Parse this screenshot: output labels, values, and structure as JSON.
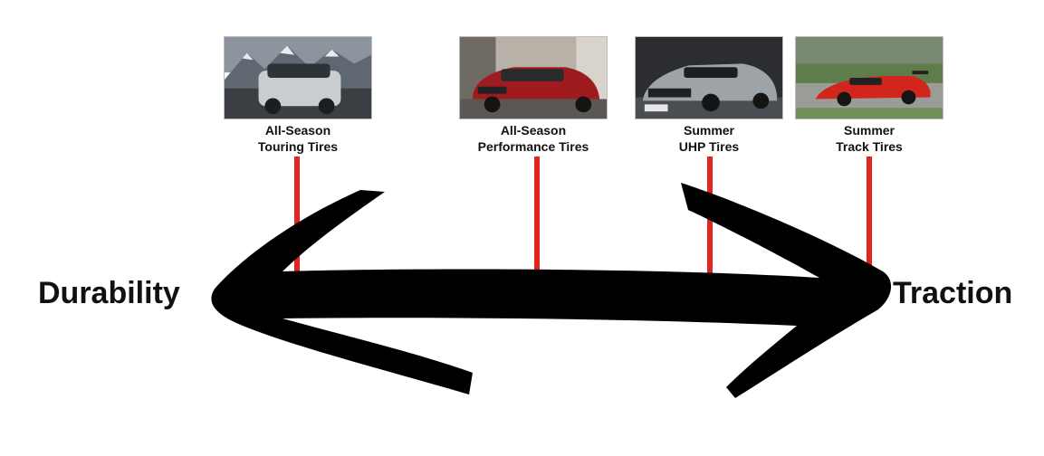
{
  "axis": {
    "left_label": "Durability",
    "right_label": "Traction"
  },
  "colors": {
    "arrow": "#000000",
    "marker": "#e3231f",
    "text": "#111111"
  },
  "tiers": [
    {
      "line1": "All-Season",
      "line2": "Touring Tires",
      "photo_subject": "silver suv in snowy mountains",
      "photo_icon": "suv-photo-icon"
    },
    {
      "line1": "All-Season",
      "line2": "Performance Tires",
      "photo_subject": "red sedan in city",
      "photo_icon": "sedan-photo-icon"
    },
    {
      "line1": "Summer",
      "line2": "UHP Tires",
      "photo_subject": "silver sports car",
      "photo_icon": "sports-car-photo-icon"
    },
    {
      "line1": "Summer",
      "line2": "Track Tires",
      "photo_subject": "red race car on track",
      "photo_icon": "race-car-photo-icon"
    }
  ]
}
